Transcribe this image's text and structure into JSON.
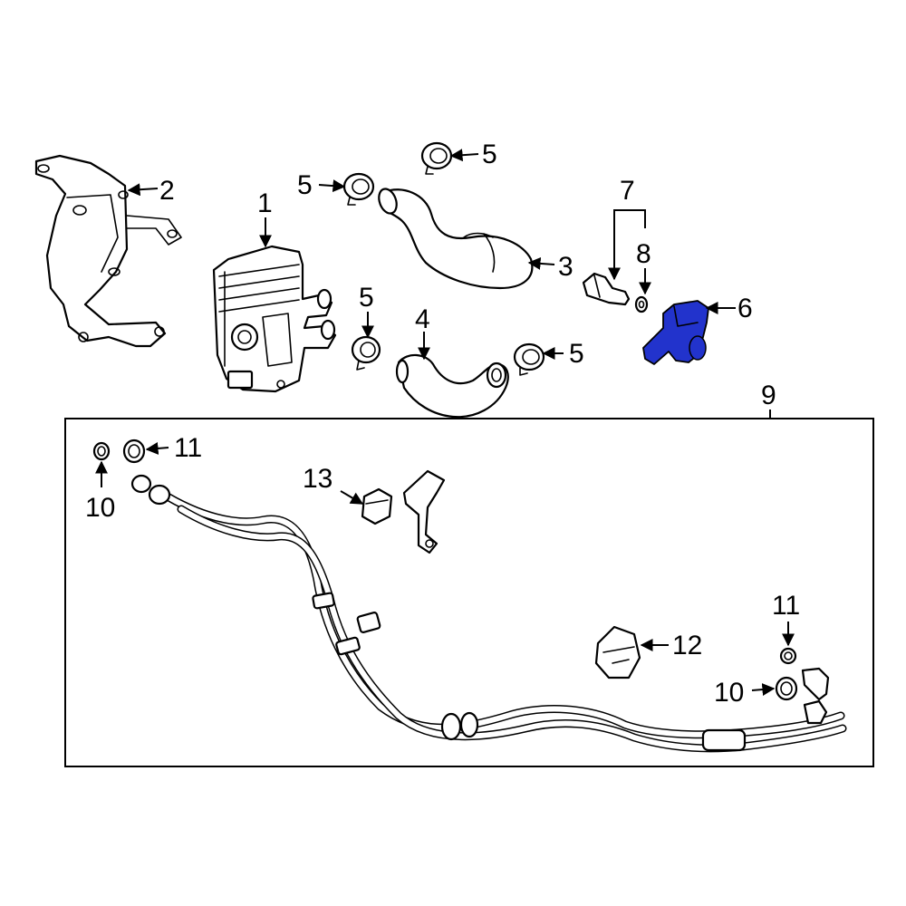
{
  "callouts": {
    "c1": "1",
    "c2": "2",
    "c3": "3",
    "c4": "4",
    "c5a": "5",
    "c5b": "5",
    "c5c": "5",
    "c5d": "5",
    "c6": "6",
    "c7": "7",
    "c8": "8",
    "c9": "9",
    "c10a": "10",
    "c10b": "10",
    "c11a": "11",
    "c11b": "11",
    "c12": "12",
    "c13": "13"
  },
  "colors": {
    "highlight_part": "#2233cc",
    "line": "#000000",
    "background": "#ffffff"
  }
}
